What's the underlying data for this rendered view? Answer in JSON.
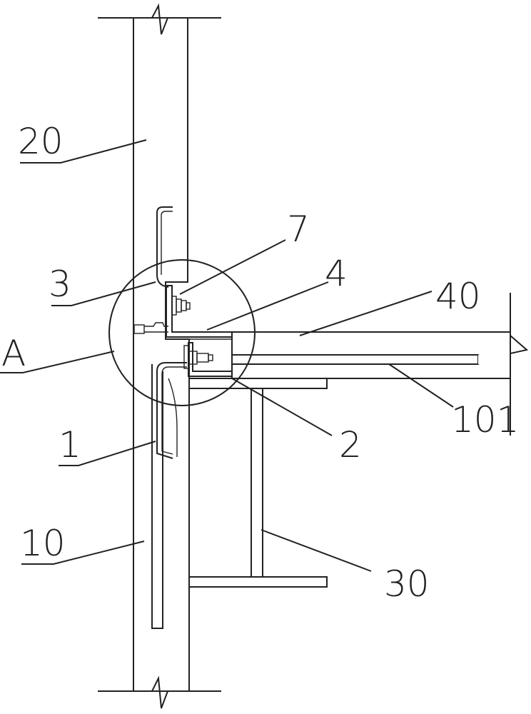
{
  "labels": {
    "wall": "20",
    "anchor_3": "3",
    "detail_a": "A",
    "bar_1": "1",
    "bar_10": "10",
    "bolt_7": "7",
    "angle_4": "4",
    "slab_40": "40",
    "gap_101": "101",
    "angle_2": "2",
    "beam_30": "30"
  }
}
